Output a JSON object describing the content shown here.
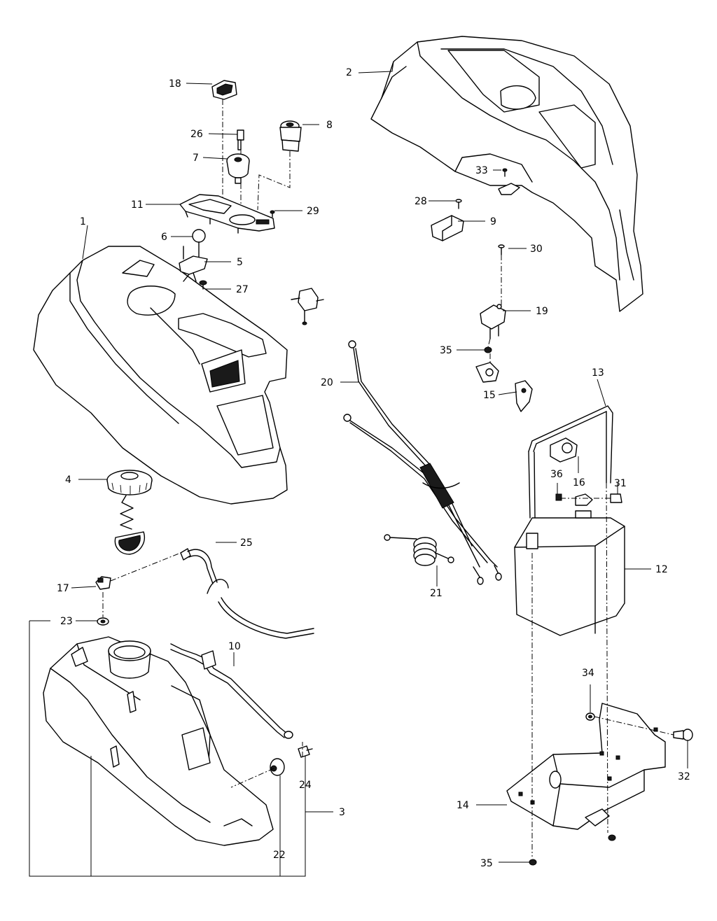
{
  "callouts": {
    "c1": "1",
    "c2": "2",
    "c3": "3",
    "c4": "4",
    "c5": "5",
    "c6": "6",
    "c7": "7",
    "c8": "8",
    "c9": "9",
    "c10": "10",
    "c11": "11",
    "c12": "12",
    "c13": "13",
    "c14": "14",
    "c15": "15",
    "c16": "16",
    "c17": "17",
    "c18": "18",
    "c19": "19",
    "c20": "20",
    "c21": "21",
    "c22": "22",
    "c23": "23",
    "c24": "24",
    "c25": "25",
    "c26": "26",
    "c27": "27",
    "c28": "28",
    "c29": "29",
    "c30": "30",
    "c31": "31",
    "c32": "32",
    "c33": "33",
    "c34": "34",
    "c35a": "35",
    "c35b": "35",
    "c36": "36"
  }
}
